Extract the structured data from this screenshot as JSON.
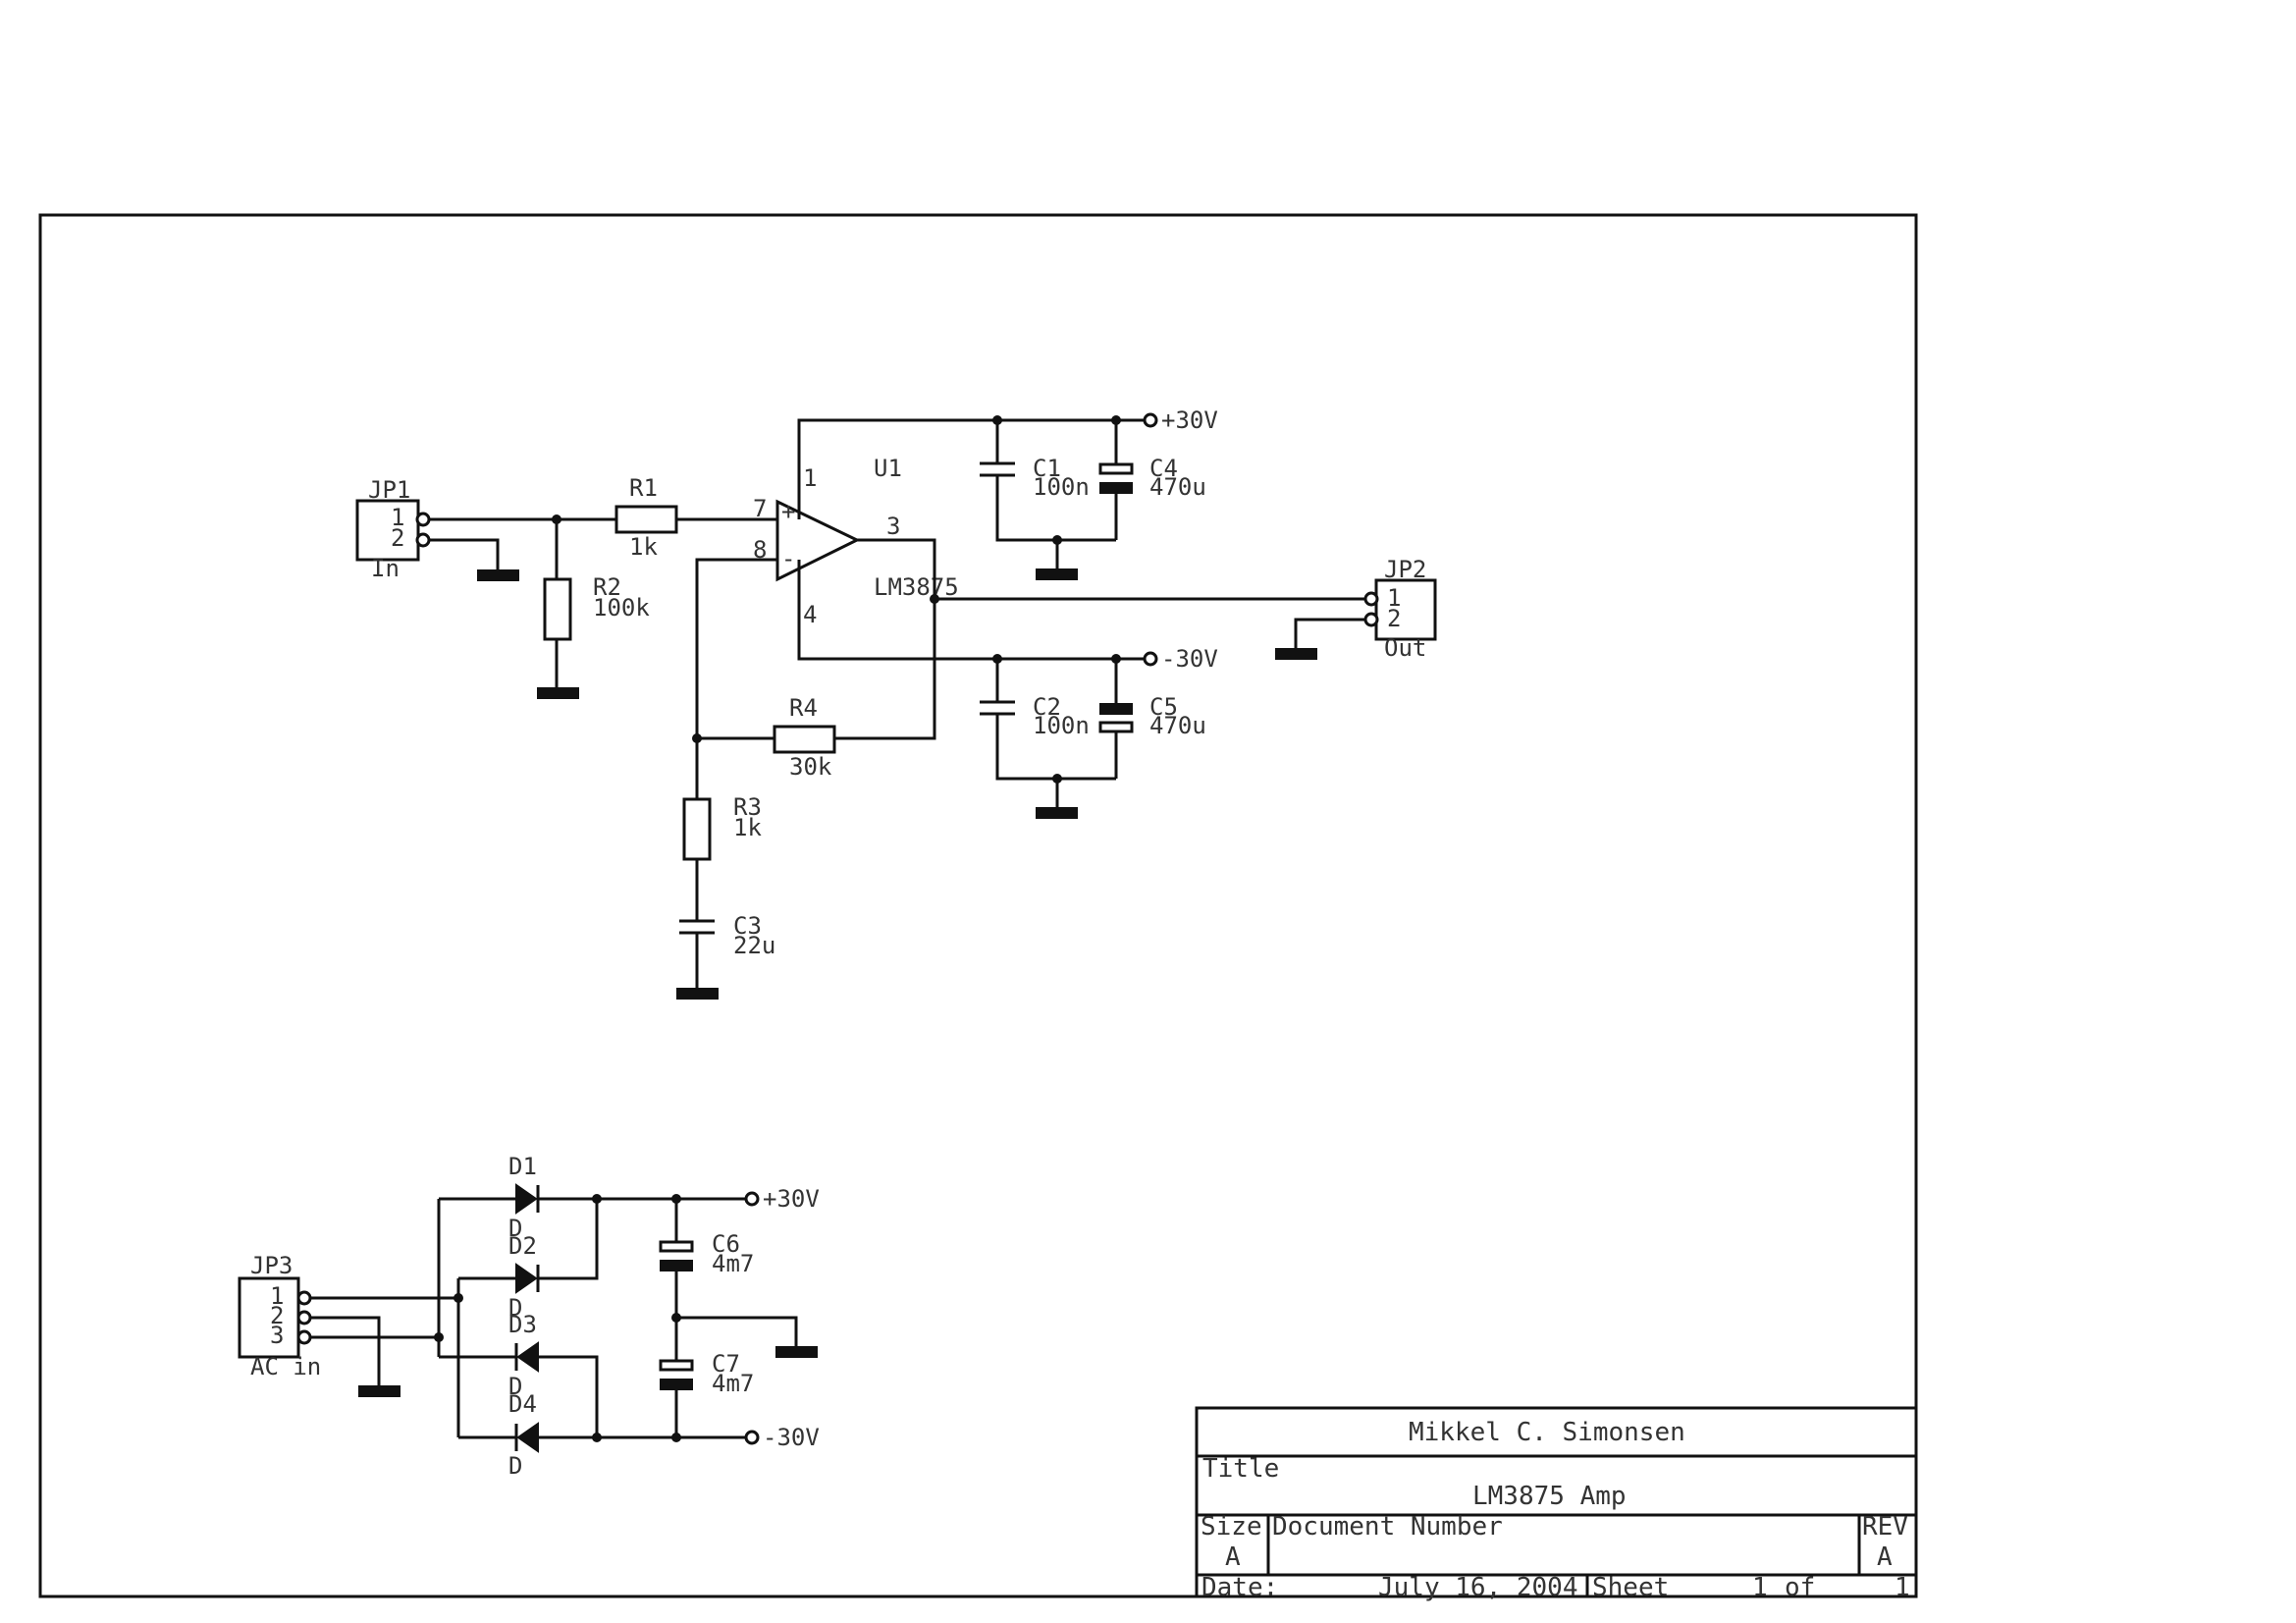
{
  "components": {
    "jp1": {
      "ref": "JP1",
      "pins": [
        "1",
        "2"
      ],
      "value": "In"
    },
    "jp2": {
      "ref": "JP2",
      "pins": [
        "1",
        "2"
      ],
      "value": "Out"
    },
    "jp3": {
      "ref": "JP3",
      "pins": [
        "1",
        "2",
        "3"
      ],
      "value": "AC in"
    },
    "r1": {
      "ref": "R1",
      "value": "1k"
    },
    "r2": {
      "ref": "R2",
      "value": "100k"
    },
    "r3": {
      "ref": "R3",
      "value": "1k"
    },
    "r4": {
      "ref": "R4",
      "value": "30k"
    },
    "c1": {
      "ref": "C1",
      "value": "100n"
    },
    "c2": {
      "ref": "C2",
      "value": "100n"
    },
    "c3": {
      "ref": "C3",
      "value": "22u"
    },
    "c4": {
      "ref": "C4",
      "value": "470u"
    },
    "c5": {
      "ref": "C5",
      "value": "470u"
    },
    "c6": {
      "ref": "C6",
      "value": "4m7"
    },
    "c7": {
      "ref": "C7",
      "value": "4m7"
    },
    "u1": {
      "ref": "U1",
      "value": "LM3875",
      "pins": {
        "p1": "1",
        "p3": "3",
        "p4": "4",
        "p7": "7",
        "p8": "8",
        "plus": "+",
        "minus": "-"
      }
    },
    "d1": {
      "ref": "D1",
      "value": "D"
    },
    "d2": {
      "ref": "D2",
      "value": "D"
    },
    "d3": {
      "ref": "D3",
      "value": "D"
    },
    "d4": {
      "ref": "D4",
      "value": "D"
    }
  },
  "nets": {
    "vpos_amp": "+30V",
    "vneg_amp": "-30V",
    "vpos_psu": "+30V",
    "vneg_psu": "-30V"
  },
  "title_block": {
    "author": "Mikkel C. Simonsen",
    "title_label": "Title",
    "title": "LM3875 Amp",
    "size_label": "Size",
    "size": "A",
    "docnum_label": "Document Number",
    "rev_label": "REV",
    "rev": "A",
    "date_label": "Date:",
    "date": "July 16, 2004",
    "sheet_label": "Sheet",
    "sheet_num": "1",
    "sheet_of": "of",
    "sheet_total": "1"
  }
}
